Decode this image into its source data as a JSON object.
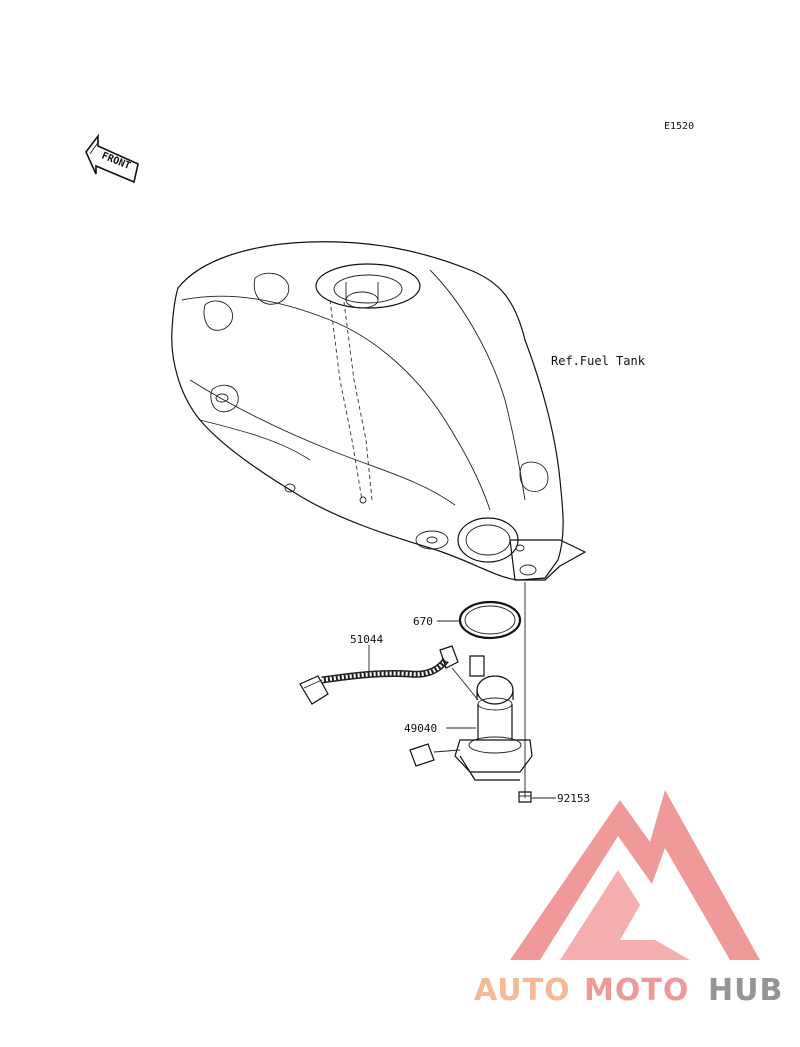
{
  "diagram_code": "E1520",
  "front_arrow_label": "FRONT",
  "ref_label": "Ref.Fuel Tank",
  "parts": [
    {
      "number": "670"
    },
    {
      "number": "51044"
    },
    {
      "number": "49040"
    },
    {
      "number": "92153"
    }
  ],
  "watermark": {
    "part1": "AUTO",
    "part2": "MOTO",
    "part3": "HUB",
    "color_light": "#f3b38a",
    "color_main": "#ef8f8f",
    "color_dark": "#8a8a8a"
  }
}
